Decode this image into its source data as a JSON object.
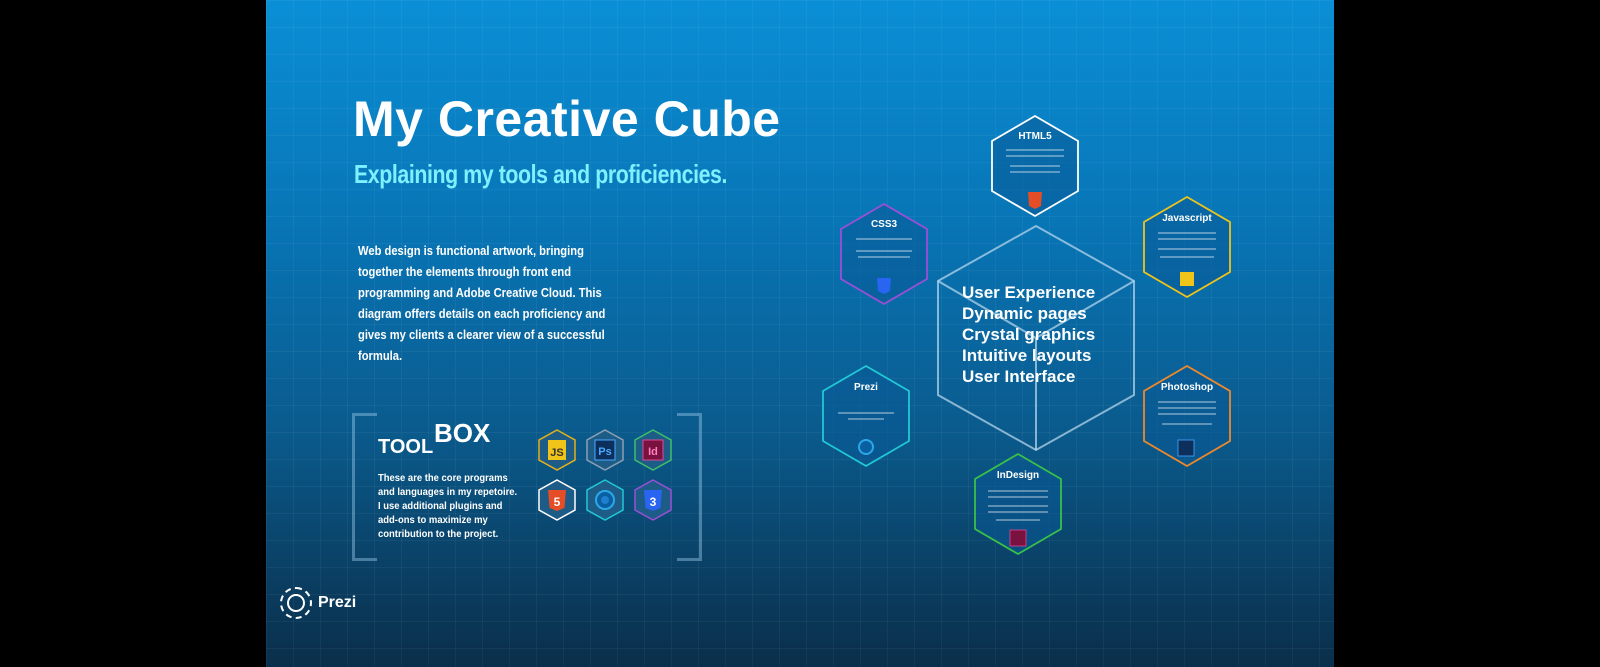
{
  "slide": {
    "title": "My Creative Cube",
    "subtitle": "Explaining my tools and proficiencies.",
    "intro": "Web design is functional artwork, bringing together the elements through front end programming and Adobe Creative Cloud. This diagram offers details on each proficiency and gives my clients a clearer view of a successful formula."
  },
  "toolbox": {
    "tool_word": "TOOL",
    "box_word": "BOX",
    "description": "These are the core programs and languages in my repetoire. I use additional plugins and add-ons to maximize my contribution to the project.",
    "icons": [
      "js-icon",
      "photoshop-icon",
      "indesign-icon",
      "html5-icon",
      "prezi-icon",
      "css3-icon"
    ],
    "icon_labels": {
      "js": "JS",
      "ps": "Ps",
      "id": "Id",
      "html5": "5",
      "css3": "3"
    }
  },
  "cube": {
    "items": [
      "User Experience",
      "Dynamic pages",
      "Crystal graphics",
      "Intuitive layouts",
      "User Interface"
    ]
  },
  "hexes": {
    "html5": {
      "title": "HTML5",
      "color": "#ffffff"
    },
    "css3": {
      "title": "CSS3",
      "color": "#9a4fd6"
    },
    "javascript": {
      "title": "Javascript",
      "color": "#f0c419"
    },
    "prezi": {
      "title": "Prezi",
      "color": "#22c7d6"
    },
    "photoshop": {
      "title": "Photoshop",
      "color": "#f0892a"
    },
    "indesign": {
      "title": "InDesign",
      "color": "#39c04a"
    }
  },
  "brand": {
    "logo_text": "Prezi"
  }
}
